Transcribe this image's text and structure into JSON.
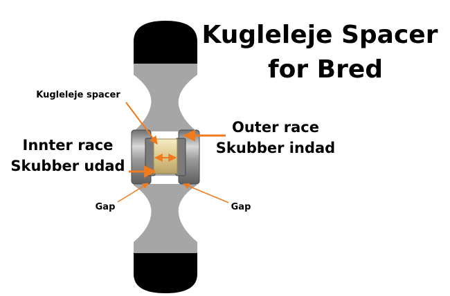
{
  "title": {
    "line1": "Kugleleje Spacer",
    "line2": "for Bred"
  },
  "labels": {
    "spacer": "Kugleleje spacer",
    "inner_race_line1": "Innter race",
    "inner_race_line2": "Skubber udad",
    "outer_race_line1": "Outer race",
    "outer_race_line2": "Skubber indad",
    "gap_left": "Gap",
    "gap_right": "Gap"
  },
  "colors": {
    "wheel_black": "#000000",
    "core_gray": "#a6a6a6",
    "bearing_gray": "#8c8c8c",
    "spacer_gold": "#e2cf96",
    "arrow_orange": "#f07a1e"
  }
}
